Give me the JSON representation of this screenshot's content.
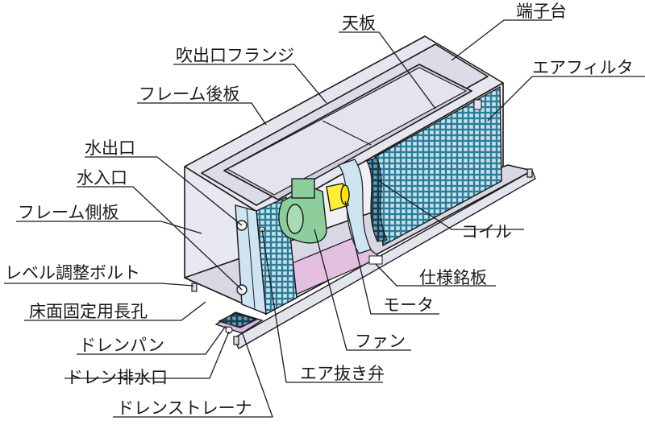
{
  "diagram": {
    "labels": {
      "terminal_block": "端子台",
      "top_plate": "天板",
      "outlet_flange": "吹出口フランジ",
      "air_filter": "エアフィルタ",
      "frame_back_plate": "フレーム後板",
      "water_outlet": "水出口",
      "water_inlet": "水入口",
      "frame_side_plate": "フレーム側板",
      "coil": "コイル",
      "level_bolt": "レベル調整ボルト",
      "nameplate": "仕様銘板",
      "floor_slot": "床面固定用長孔",
      "motor": "モータ",
      "drain_pan": "ドレンパン",
      "fan": "ファン",
      "drain_outlet": "ドレン排水口",
      "air_vent": "エア抜き弁",
      "drain_strainer": "ドレンストレーナ"
    },
    "colors": {
      "cabinet": "#e8e8f0",
      "mesh": "#1d6b86",
      "frame_blue": "#cfe4f2",
      "fan_green": "#8ccf9d",
      "motor_yellow": "#ffee33",
      "pink_floor": "#e3bfe0",
      "drain_pan": "#d9b6e3",
      "line": "#1a1a1a"
    }
  }
}
